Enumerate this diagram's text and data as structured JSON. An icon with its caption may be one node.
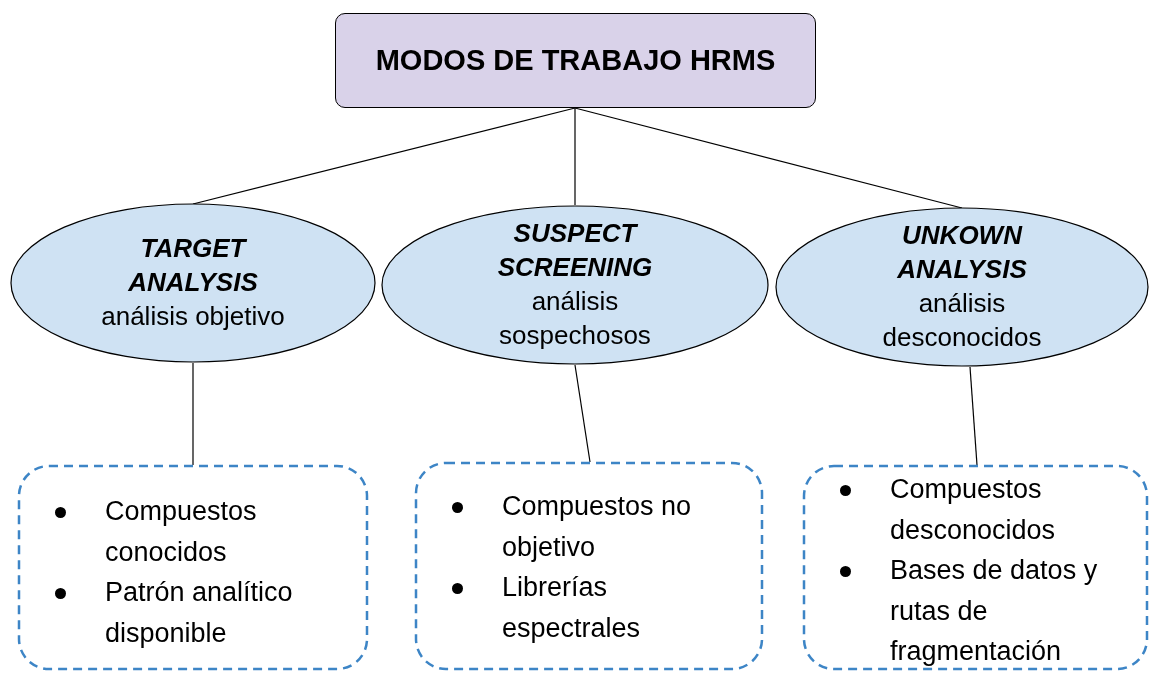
{
  "diagram": {
    "nodes": [
      {
        "text": [
          "MODOS DE TRABAJO HRMS"
        ]
      },
      {
        "text": [
          "TARGET ANALYSIS",
          "análisis objetivo"
        ]
      },
      {
        "text": [
          "SUSPECT SCREENING",
          "análisis sospechosos"
        ]
      },
      {
        "text": [
          "UNKOWN ANALYSIS",
          "análisis desconocidos"
        ]
      },
      {
        "text": [
          "Compuestos conocidos",
          "Patrón analítico disponible"
        ]
      },
      {
        "text": [
          "Compuestos no objetivo",
          "Librerías espectrales"
        ]
      },
      {
        "text": [
          "Compuestos desconocidos",
          "Bases de datos y rutas de fragmentación"
        ]
      }
    ],
    "edges": [
      {
        "from": 0,
        "to": 1,
        "arrow": "none"
      },
      {
        "from": 0,
        "to": 2,
        "arrow": "none"
      },
      {
        "from": 0,
        "to": 3,
        "arrow": "none"
      },
      {
        "from": 1,
        "to": 4,
        "arrow": "none"
      },
      {
        "from": 2,
        "to": 5,
        "arrow": "none"
      },
      {
        "from": 3,
        "to": 6,
        "arrow": "none"
      }
    ]
  }
}
